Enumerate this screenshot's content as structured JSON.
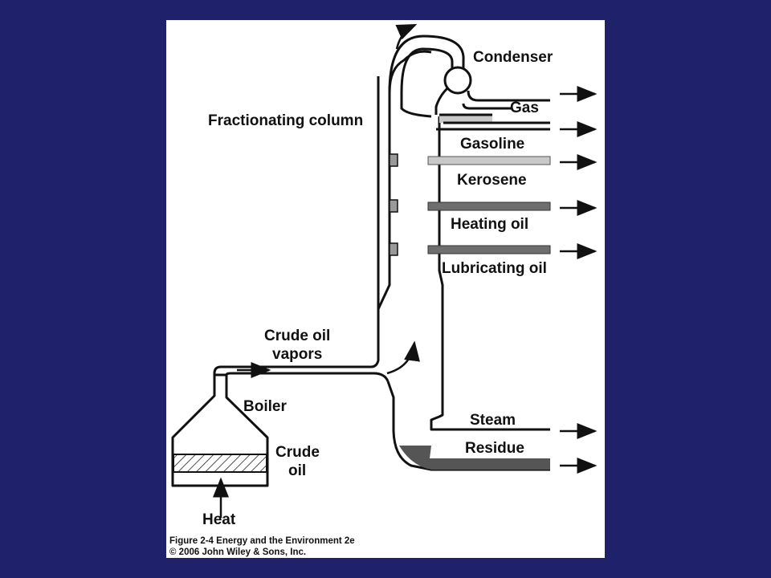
{
  "labels": {
    "condenser": "Condenser",
    "fractionating_column": "Fractionating column",
    "gas": "Gas",
    "gasoline": "Gasoline",
    "kerosene": "Kerosene",
    "heating_oil": "Heating oil",
    "lubricating_oil": "Lubricating oil",
    "crude_oil_vapors_line1": "Crude oil",
    "crude_oil_vapors_line2": "vapors",
    "boiler": "Boiler",
    "crude_oil_line1": "Crude",
    "crude_oil_line2": "oil",
    "steam": "Steam",
    "residue": "Residue",
    "heat": "Heat"
  },
  "caption": {
    "line1": "Figure 2-4  Energy and the Environment 2e",
    "line2": "© 2006 John Wiley & Sons, Inc."
  },
  "colors": {
    "background": "#1f226b",
    "panel": "#ffffff",
    "light_fraction": "#c8c8c8",
    "mid_fraction": "#9a9a9a",
    "dark_fraction": "#6e6e6e",
    "residue": "#555555"
  }
}
